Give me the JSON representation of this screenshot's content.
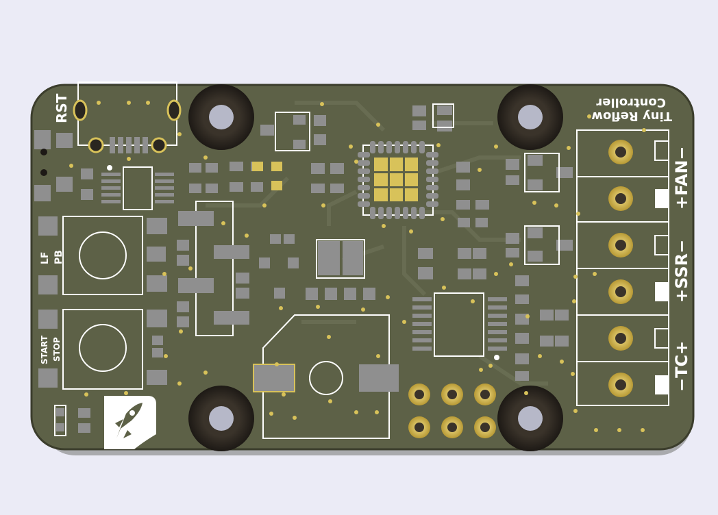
{
  "colors": {
    "background": "#ebebf6",
    "board": "#5f6248",
    "silkscreen": "#ffffff",
    "copper_gold": "#d8c25a",
    "pad_grey": "#8f8f8f",
    "mount_hole_ring": "#2a2620"
  },
  "board": {
    "title_line1": "Tiny Reflow",
    "title_line2": "Controller",
    "labels": {
      "rst": "RST",
      "lf": "LF",
      "pb": "PB",
      "start": "START",
      "stop": "STOP"
    },
    "terminals": {
      "fan": "+FAN−",
      "ssr": "+SSR−",
      "tc": "−TC+"
    },
    "logo_icon": "rocket-icon"
  }
}
